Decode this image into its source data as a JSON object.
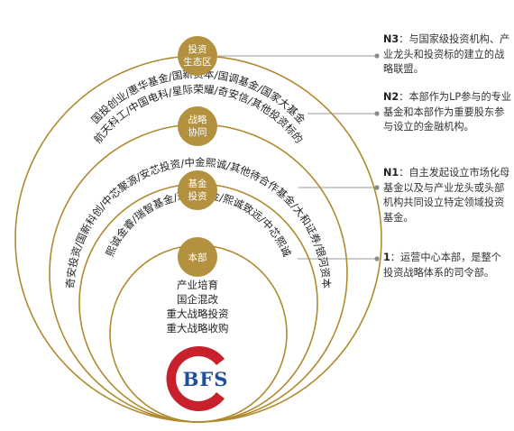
{
  "colors": {
    "ring_stroke": "#b08a2e",
    "badge_fill": "#b3913f",
    "connector": "#9a9a9a",
    "logo_red": "#c8202c",
    "logo_blue": "#1e4f9c"
  },
  "levels": [
    {
      "badge": [
        "投资",
        "生态区"
      ],
      "arc_lines": [
        "国投创业/惠华基金/国新资本/国调基金/国家大基金",
        "航天科工/中国电科/星际荣耀/奇安信/其他投资标的"
      ],
      "level_label": "N3",
      "description": "：与国家级投资机构、产业龙头和投资标的建立的战略联盟。"
    },
    {
      "badge": [
        "战略",
        "协同"
      ],
      "arc_lines": [
        "奇安投资/国新科创/中芯聚源/安芯投资/中金熙诚/其他待合作基金/大和证券/银河资本"
      ],
      "level_label": "N2",
      "description": "：本部作为LP参与的专业基金和本部作为重要股东参与设立的金融机构。"
    },
    {
      "badge": [
        "基金",
        "投资"
      ],
      "arc_lines": [
        "熙诚金睿/瑞智基金/瑞远基金/熙诚致远/中芯熙诚"
      ],
      "level_label": "N1",
      "description": "：自主发起设立市场化母基金以及与产业龙头或头部机构共同设立特定领域投资基金。"
    },
    {
      "badge": [
        "本部"
      ],
      "arc_lines": [],
      "level_label": "1",
      "description": "：运营中心本部，是整个投资战略体系的司令部。"
    }
  ],
  "core_items": [
    "产业培育",
    "国企混改",
    "重大战略投资",
    "重大战略收购"
  ],
  "logo_text": "BFS"
}
